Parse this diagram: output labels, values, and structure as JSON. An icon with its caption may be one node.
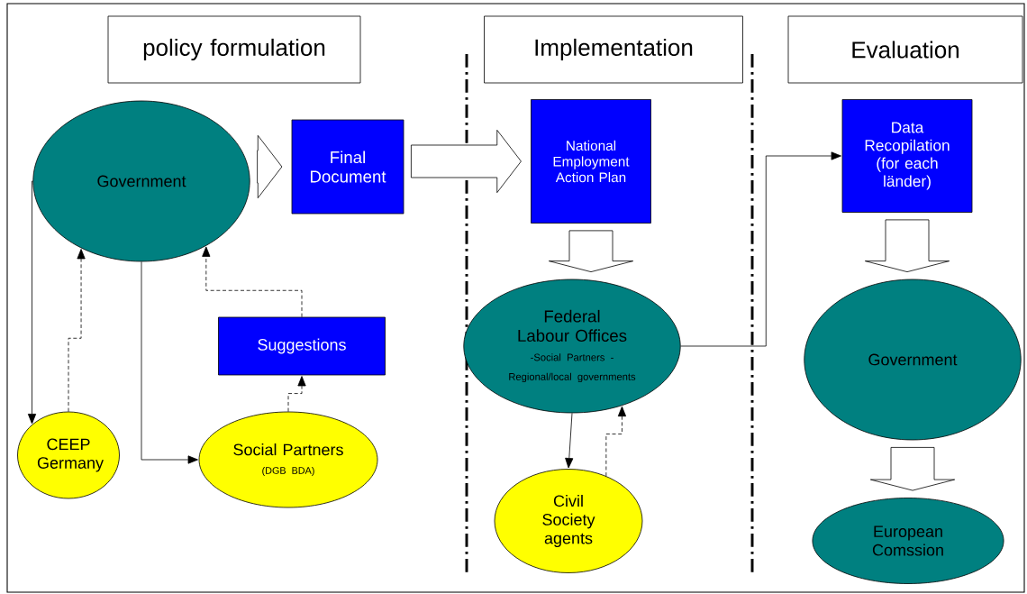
{
  "diagram": {
    "nodes": [
      {
        "text": [
          "policy formulation"
        ]
      },
      {
        "text": [
          "Implementation"
        ]
      },
      {
        "text": [
          "Evaluation"
        ]
      },
      {
        "text": [
          "Government"
        ]
      },
      {
        "text": [
          "Final Document"
        ]
      },
      {
        "text": [
          "Suggestions"
        ]
      },
      {
        "text": [
          "CEEP Germany"
        ]
      },
      {
        "text": [
          "Social Partners",
          "(DGB BDA)"
        ]
      },
      {
        "text": [
          "National Employment Action Plan"
        ]
      },
      {
        "text": [
          "Federal Labour Offices",
          "-Social Partners -Regional/local governments"
        ]
      },
      {
        "text": [
          "Civil Society agents"
        ]
      },
      {
        "text": [
          "Data Recopilation (for each länder)"
        ]
      },
      {
        "text": [
          "Government"
        ]
      },
      {
        "text": [
          "European Comssion"
        ]
      }
    ],
    "edges": [
      {
        "from": 3,
        "to": 4,
        "arrow": "to",
        "style": "thick"
      },
      {
        "from": 4,
        "to": 8,
        "arrow": "to",
        "style": "thick"
      },
      {
        "from": 8,
        "to": 9,
        "arrow": "to",
        "style": "thick"
      },
      {
        "from": 11,
        "to": 12,
        "arrow": "to",
        "style": "thick"
      },
      {
        "from": 12,
        "to": 13,
        "arrow": "to",
        "style": "thick"
      },
      {
        "from": 3,
        "to": 6,
        "arrow": "to"
      },
      {
        "from": 6,
        "to": 3,
        "arrow": "to",
        "style": "dashed"
      },
      {
        "from": 3,
        "to": 7,
        "arrow": "to"
      },
      {
        "from": 5,
        "to": 3,
        "arrow": "to",
        "style": "dashed"
      },
      {
        "from": 7,
        "to": 5,
        "arrow": "to",
        "style": "dashed"
      },
      {
        "from": 9,
        "to": 10,
        "arrow": "to"
      },
      {
        "from": 10,
        "to": 9,
        "arrow": "to",
        "style": "dashed"
      },
      {
        "from": 9,
        "to": 11,
        "arrow": "to"
      }
    ]
  }
}
